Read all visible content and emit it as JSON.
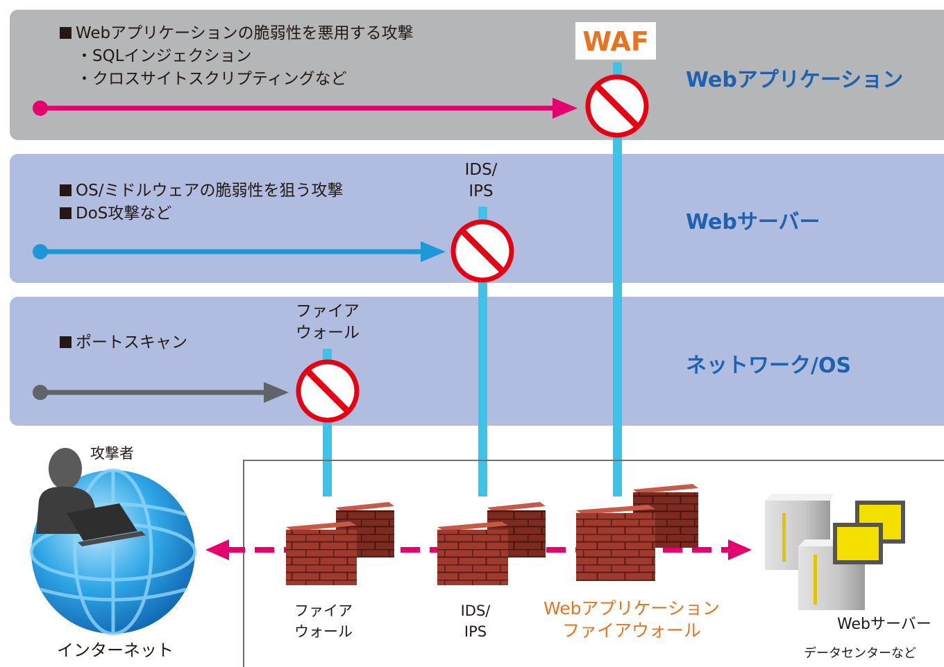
{
  "layers": {
    "app": {
      "title": "Webアプリケーション",
      "attack_lines": [
        "Webアプリケーションの脆弱性を悪用する攻撃",
        "・SQLインジェクション",
        "・クロスサイトスクリプティングなど"
      ],
      "defender": "WAF"
    },
    "server": {
      "title": "Webサーバー",
      "attack_lines": [
        "OS/ミドルウェアの脆弱性を狙う攻撃",
        "DoS攻撃など"
      ],
      "defender_lines": [
        "IDS/",
        "IPS"
      ]
    },
    "network": {
      "title": "ネットワーク/OS",
      "attack_lines": [
        "ポートスキャン"
      ],
      "defender_lines": [
        "ファイア",
        "ウォール"
      ]
    }
  },
  "bottom": {
    "attacker": "攻撃者",
    "internet": "インターネット",
    "firewall_lines": [
      "ファイア",
      "ウォール"
    ],
    "ids_lines": [
      "IDS/",
      "IPS"
    ],
    "waf_lines": [
      "Webアプリケーション",
      "ファイアウォール"
    ],
    "server": "Webサーバー",
    "datacenter": "データセンターなど"
  },
  "colors": {
    "app_layer": "#b5b6b7",
    "net_layers": "#b0bde0",
    "title_blue": "#1c62b0",
    "waf_orange": "#e8731e",
    "app_arrow": "#e5006e",
    "server_arrow": "#1c97d8",
    "network_arrow": "#5f6468",
    "pole_cyan": "#3ec3e8",
    "no_sign_red": "#e60012",
    "brick": "#a13a2e"
  }
}
